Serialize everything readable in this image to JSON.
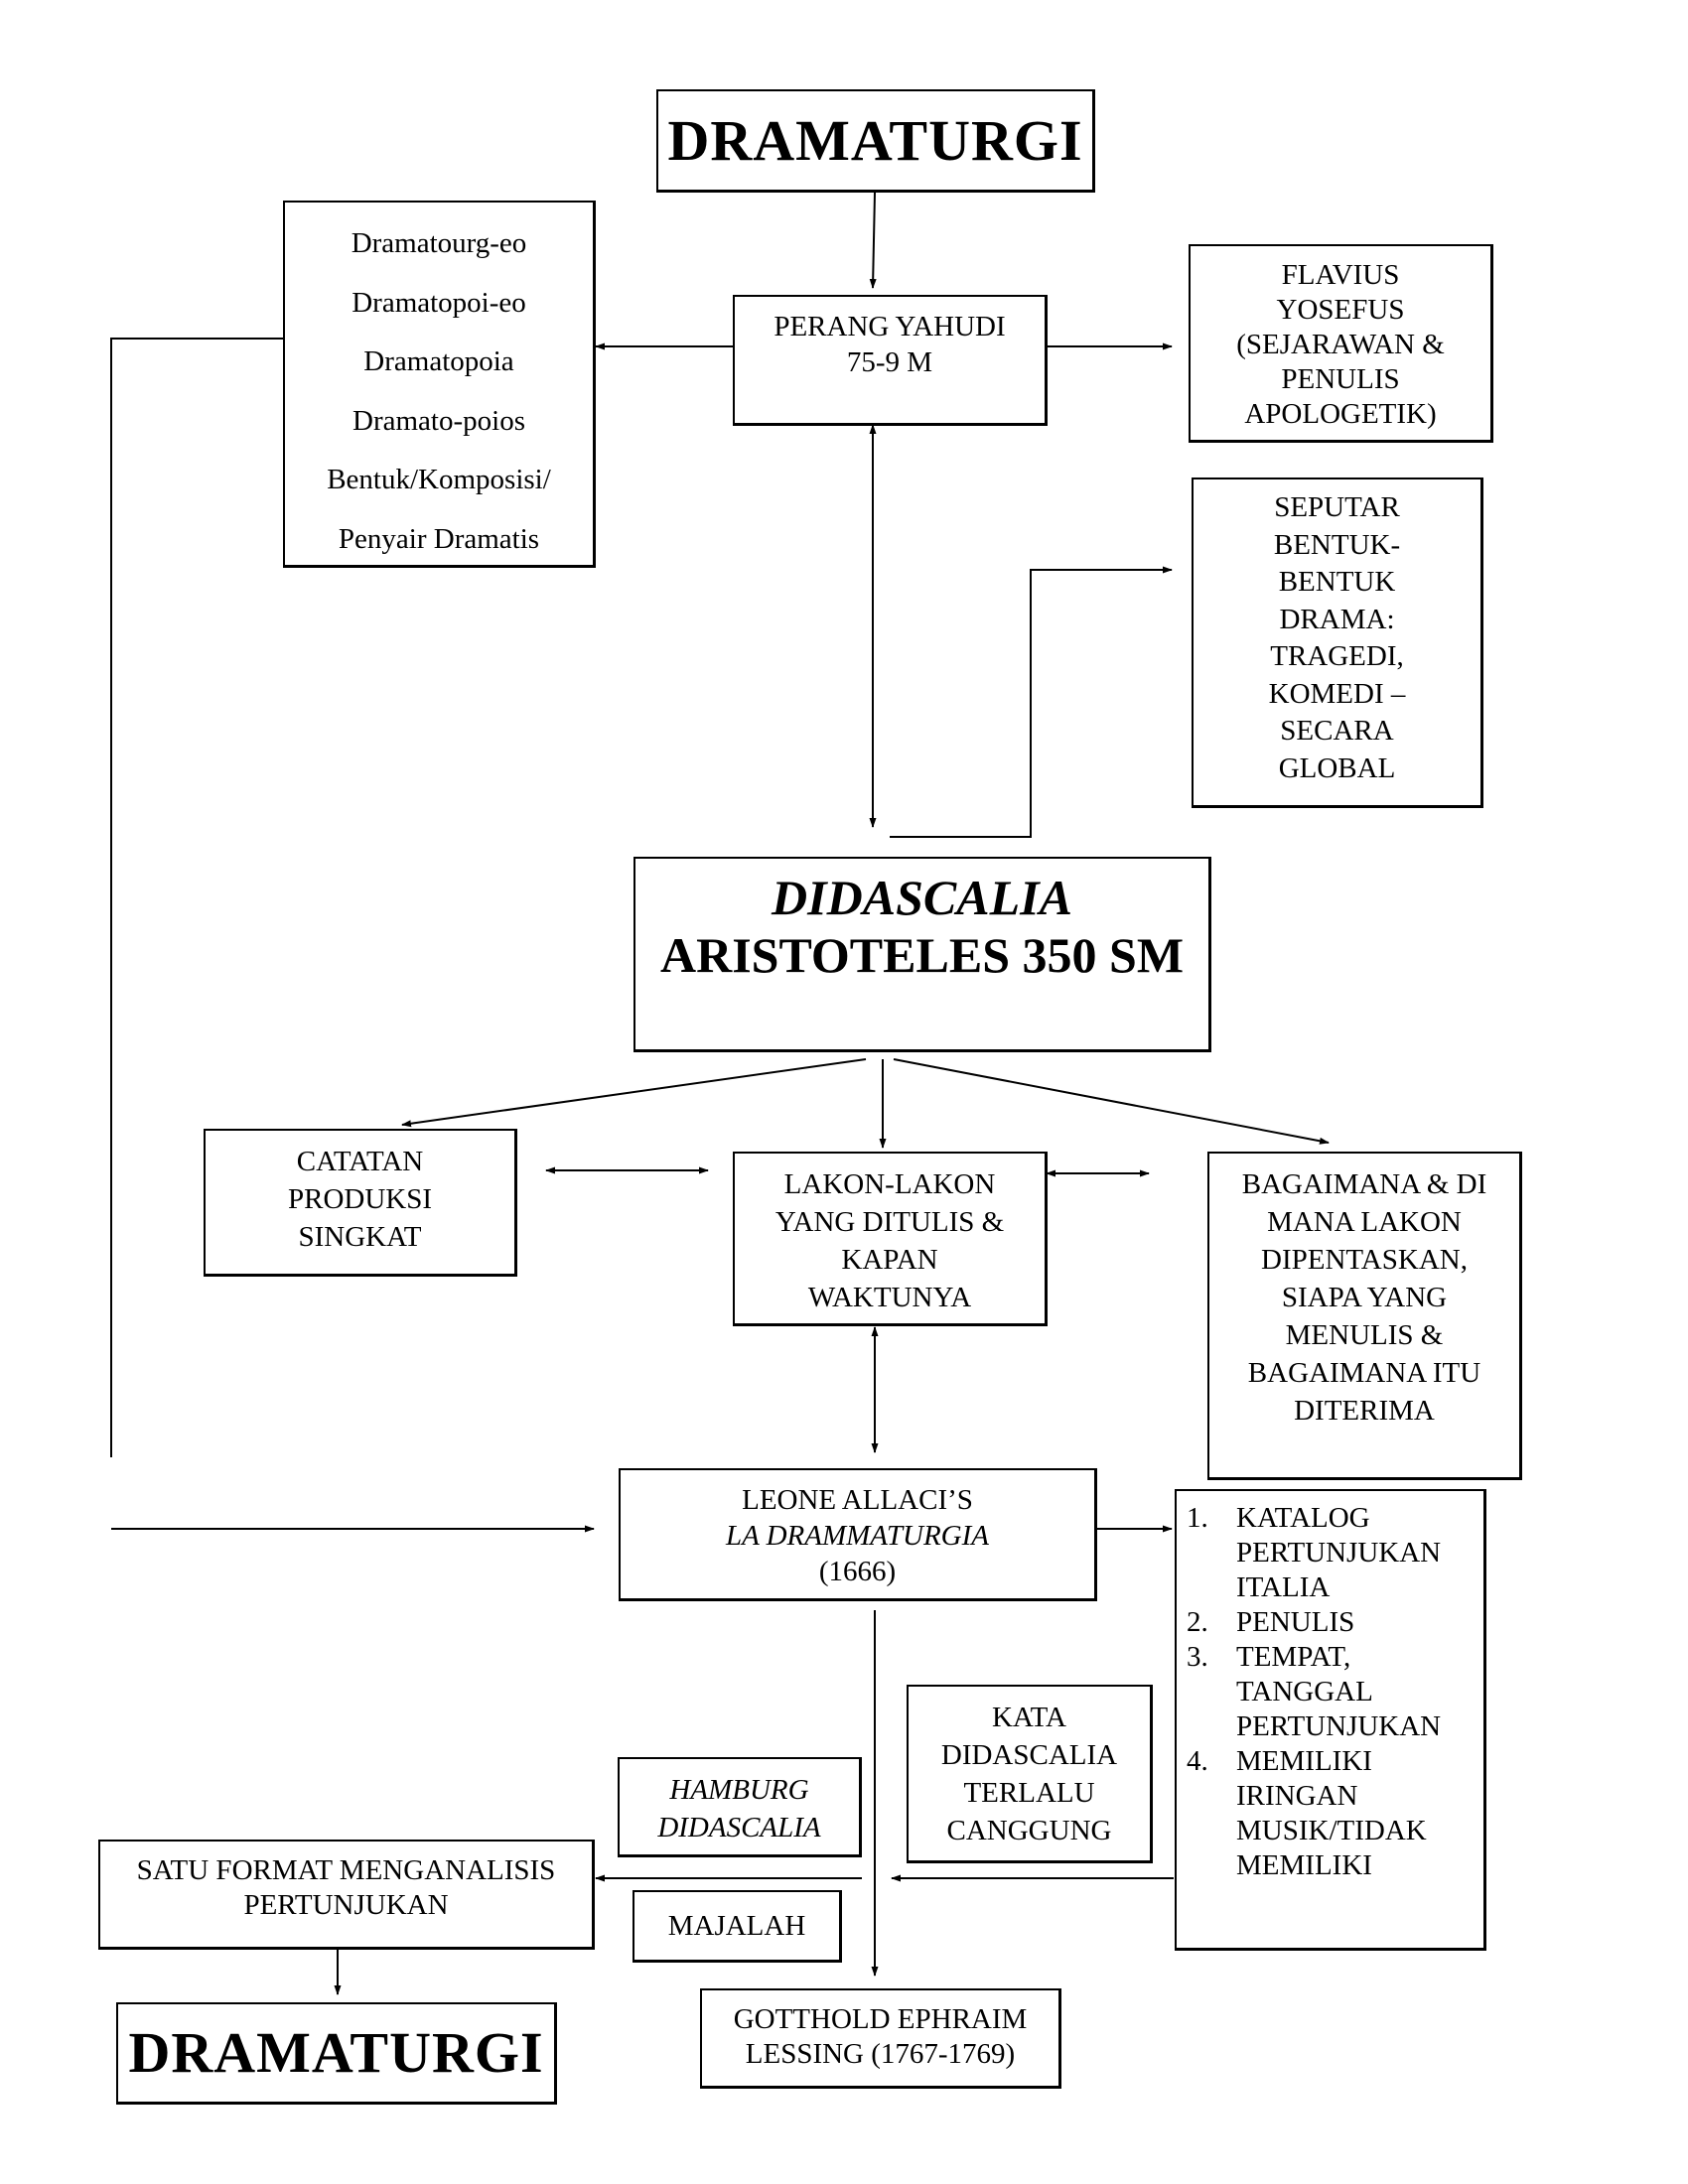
{
  "top_title": "DRAMATURGI",
  "bottom_title": "DRAMATURGI",
  "perang_yahudi": [
    "PERANG YAHUDI",
    "75-9 M"
  ],
  "etymology": [
    "Dramatourg-eo",
    "Dramatopoi-eo",
    "Dramatopoia",
    "Dramato-poios",
    "Bentuk/Komposisi/",
    "Penyair Dramatis"
  ],
  "flavius": [
    "FLAVIUS",
    "YOSEFUS",
    "(SEJARAWAN &",
    "PENULIS",
    "APOLOGETIK)"
  ],
  "seputar": [
    "SEPUTAR",
    "BENTUK-",
    "BENTUK",
    "DRAMA:",
    "TRAGEDI,",
    "KOMEDI –",
    "SECARA",
    "GLOBAL"
  ],
  "didascalia": {
    "line1": "DIDASCALIA",
    "line2": "ARISTOTELES 350 SM"
  },
  "catatan": [
    "CATATAN",
    "PRODUKSI",
    "SINGKAT"
  ],
  "lakon": [
    "LAKON-LAKON",
    "YANG DITULIS &",
    "KAPAN",
    "WAKTUNYA"
  ],
  "bagaimana": [
    "BAGAIMANA & DI",
    "MANA LAKON",
    "DIPENTASKAN,",
    "SIAPA YANG",
    "MENULIS &",
    "BAGAIMANA ITU",
    "DITERIMA"
  ],
  "leone": {
    "line1": "LEONE ALLACI’S",
    "line2": "LA DRAMMATURGIA",
    "line3": "(1666)"
  },
  "catalog": [
    {
      "num": "1.",
      "lines": [
        "KATALOG",
        "PERTUNJUKAN",
        "ITALIA"
      ]
    },
    {
      "num": "2.",
      "lines": [
        "PENULIS"
      ]
    },
    {
      "num": "3.",
      "lines": [
        "TEMPAT,",
        "TANGGAL",
        "PERTUNJUKAN"
      ]
    },
    {
      "num": "4.",
      "lines": [
        "MEMILIKI",
        "IRINGAN",
        "MUSIK/TIDAK",
        "MEMILIKI"
      ]
    }
  ],
  "kata": [
    "KATA",
    "DIDASCALIA",
    "TERLALU",
    "CANGGUNG"
  ],
  "hamburg": [
    "HAMBURG",
    "DIDASCALIA"
  ],
  "satu_format": [
    "SATU FORMAT MENGANALISIS",
    "PERTUNJUKAN"
  ],
  "majalah": "MAJALAH",
  "lessing": [
    "GOTTHOLD EPHRAIM",
    "LESSING  (1767-1769)"
  ]
}
